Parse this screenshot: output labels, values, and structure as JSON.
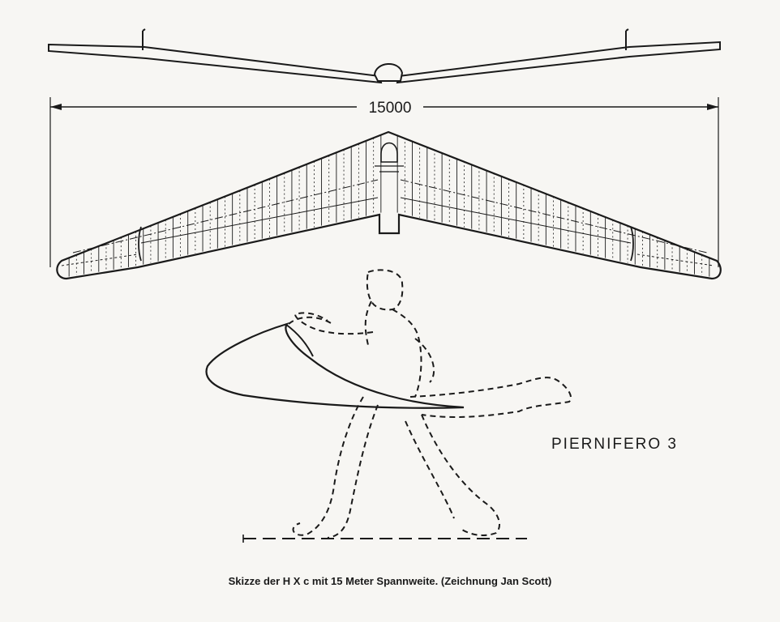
{
  "drawing": {
    "span_label": "15000",
    "model_name": "PIERNIFERO 3"
  },
  "caption": "Skizze der H X c mit 15 Meter Spannweite. (Zeichnung Jan Scott)"
}
